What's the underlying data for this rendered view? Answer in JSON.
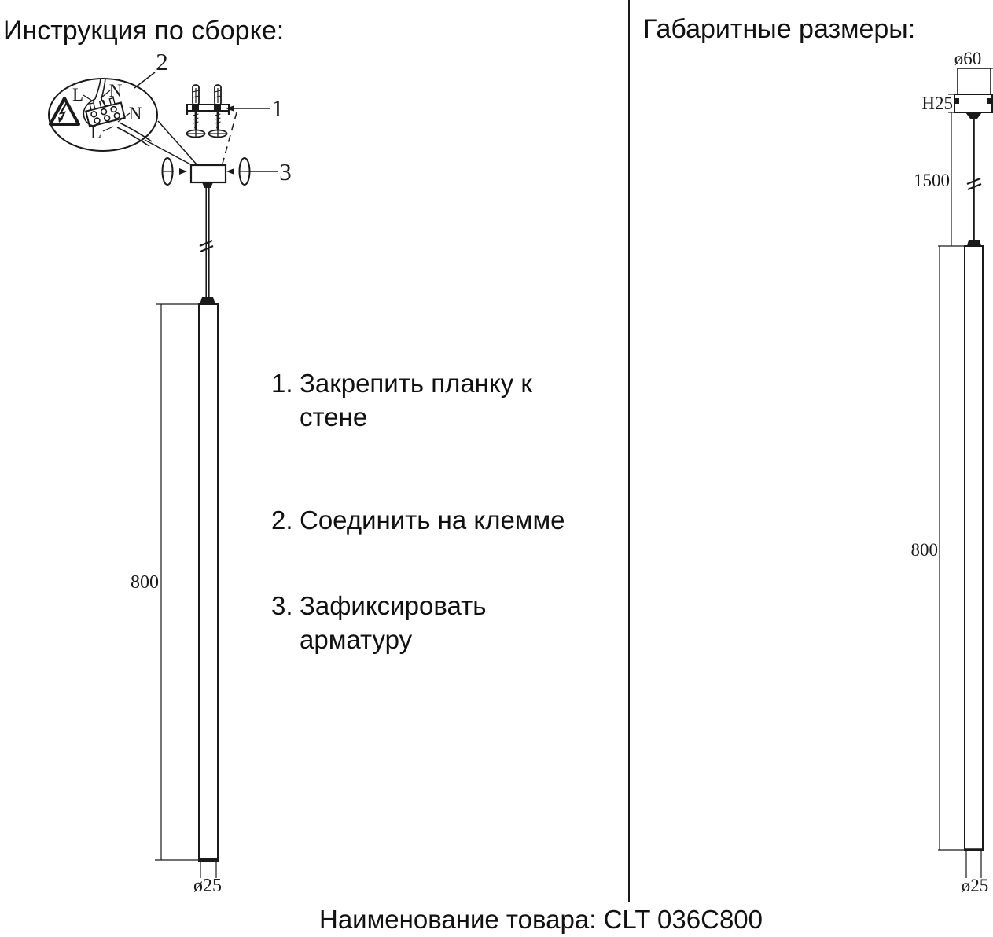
{
  "left_panel": {
    "title": "Инструкция по сборке:",
    "steps": [
      {
        "num": "1.",
        "text": "Закрепить планку к стене"
      },
      {
        "num": "2.",
        "text": "Соединить на клемме"
      },
      {
        "num": "3.",
        "text": "Зафиксировать арматуру"
      }
    ],
    "callouts": {
      "mounting_plate": "1",
      "terminal_detail": "2",
      "decor_fasteners": "3"
    },
    "wire_labels": {
      "live_in": "L",
      "neutral_in": "N",
      "neutral_out": "N",
      "live_out": "L"
    },
    "dims": {
      "tube_length": "800",
      "tube_diameter": "ø25"
    }
  },
  "right_panel": {
    "title": "Габаритные размеры:",
    "dims": {
      "canopy_diameter": "ø60",
      "canopy_height": "H25",
      "suspension_length": "1500",
      "tube_length": "800",
      "tube_diameter": "ø25"
    }
  },
  "footer": {
    "product_label": "Наименование товара: CLT 036C800"
  },
  "colors": {
    "line": "#1a1a1a",
    "background": "#ffffff"
  }
}
